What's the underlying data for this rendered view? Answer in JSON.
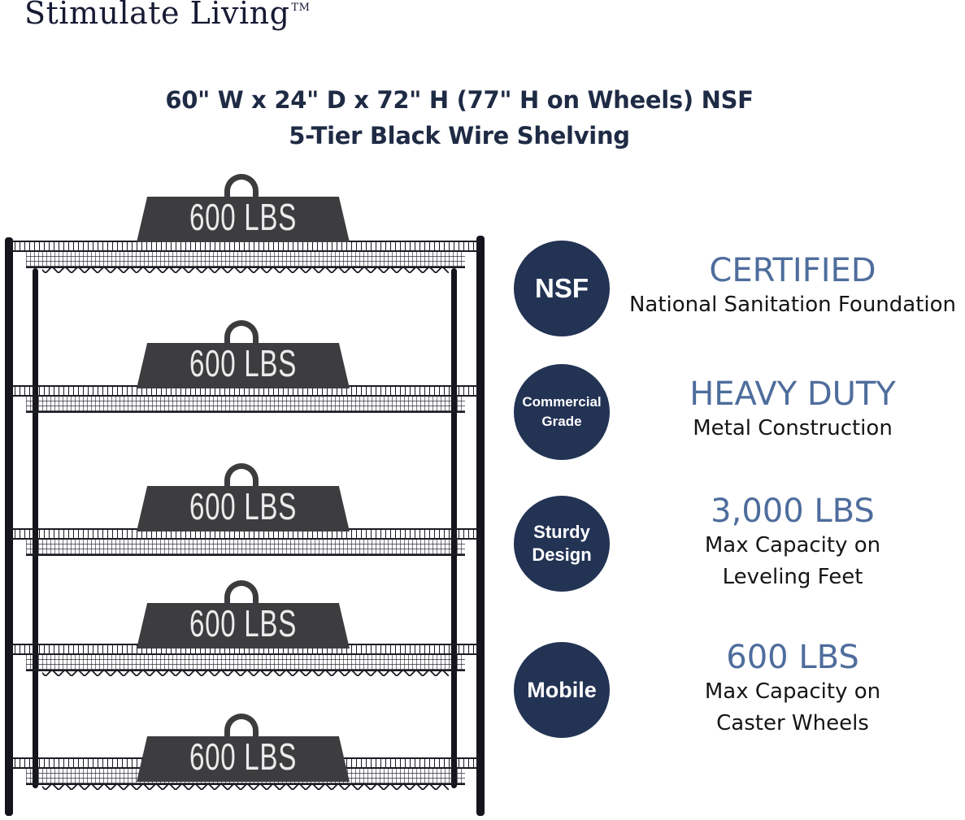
{
  "brand": {
    "name": "Stimulate Living",
    "trademark": "TM"
  },
  "title": {
    "line1": "60\" W x 24\" D x 72\" H (77\" H on Wheels) NSF",
    "line2": "5-Tier Black Wire Shelving"
  },
  "shelves": [
    {
      "weight_label": "600 LBS"
    },
    {
      "weight_label": "600 LBS"
    },
    {
      "weight_label": "600 LBS"
    },
    {
      "weight_label": "600 LBS"
    },
    {
      "weight_label": "600 LBS"
    }
  ],
  "features": [
    {
      "badge": [
        "NSF"
      ],
      "headline": "CERTIFIED",
      "sub": [
        "National Sanitation Foundation"
      ]
    },
    {
      "badge": [
        "Commercial",
        "Grade"
      ],
      "headline": "HEAVY DUTY",
      "sub": [
        "Metal Construction"
      ]
    },
    {
      "badge": [
        "Sturdy",
        "Design"
      ],
      "headline": "3,000 LBS",
      "sub": [
        "Max Capacity on",
        "Leveling Feet"
      ]
    },
    {
      "badge": [
        "Mobile"
      ],
      "headline": "600 LBS",
      "sub": [
        "Max Capacity on",
        "Caster Wheels"
      ]
    }
  ],
  "colors": {
    "badge_bg": "#233354",
    "headline": "#4e6d9c",
    "title": "#1f2b45"
  }
}
